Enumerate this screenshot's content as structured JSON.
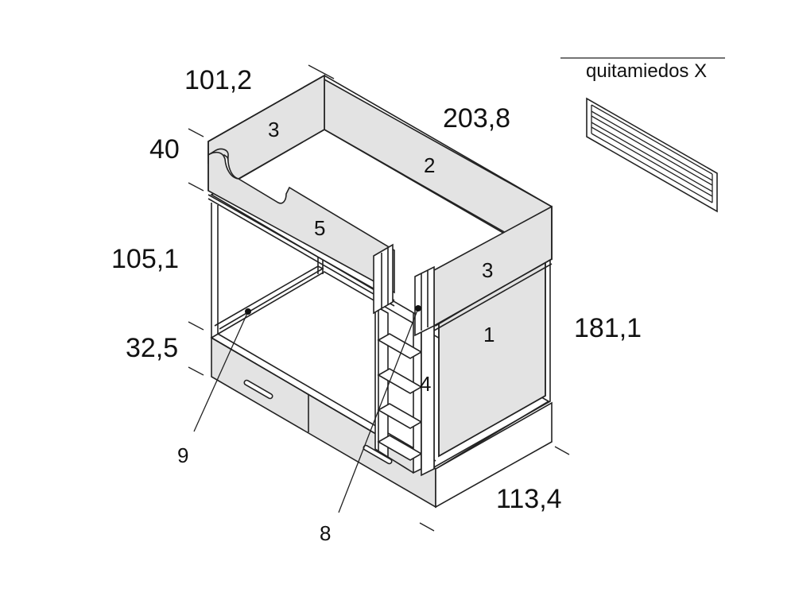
{
  "dimensions": {
    "width_top": "101,2",
    "guard_height": "40",
    "length_top": "203,8",
    "upper_height": "105,1",
    "lower_height": "32,5",
    "total_height": "181,1",
    "width_bottom": "113,4"
  },
  "parts": {
    "p1": "1",
    "p2": "2",
    "p3a": "3",
    "p3b": "3",
    "p4": "4",
    "p5": "5"
  },
  "callouts": {
    "c8": "8",
    "c9": "9"
  },
  "legend": {
    "label": "quitamiedos X"
  },
  "colors": {
    "panel": "#e3e3e3",
    "line": "#222222"
  }
}
